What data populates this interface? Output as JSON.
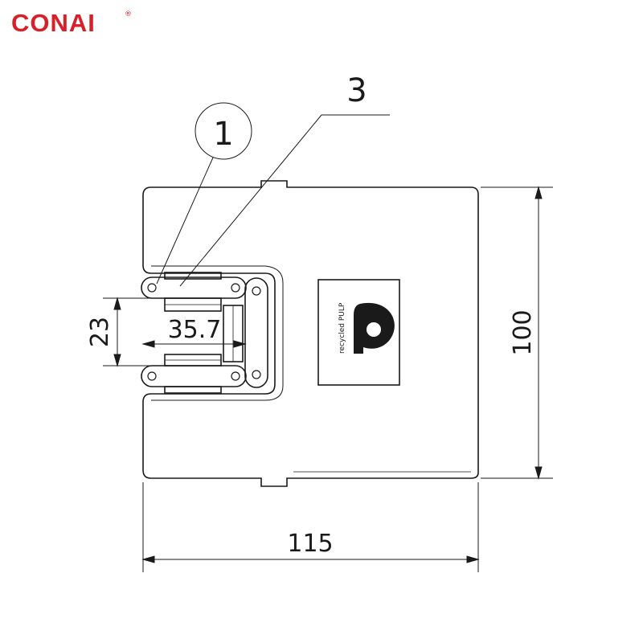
{
  "brand": {
    "name": "CONAI",
    "mark": "®",
    "color": "#d6202a"
  },
  "drawing": {
    "dimensions": {
      "width": "115",
      "height": "100",
      "slot_width": "35.7",
      "slot_height": "23"
    },
    "callouts": {
      "part_1": "1",
      "part_3": "3"
    },
    "stamp_label": "recycled PULP",
    "line_color": "#1a1a1a"
  }
}
